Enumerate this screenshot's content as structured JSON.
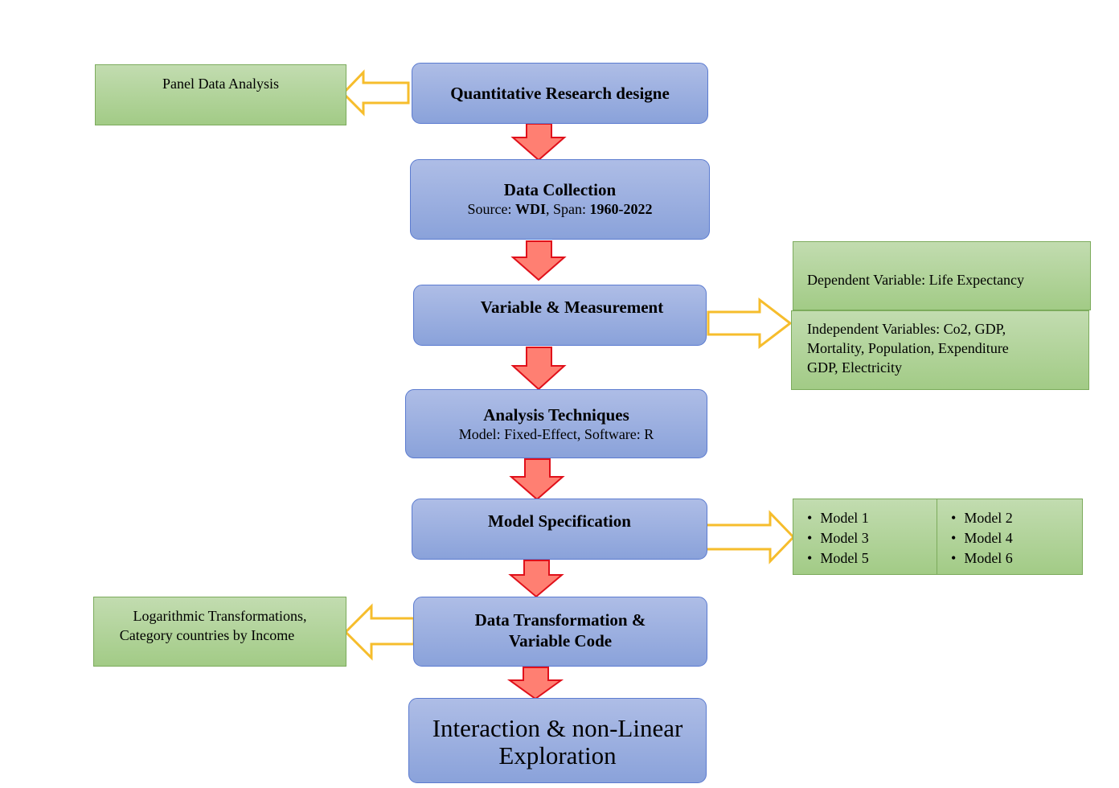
{
  "steps": {
    "research": {
      "title": "Quantitative Research designe"
    },
    "collection": {
      "title": "Data Collection",
      "source_label": "Source:",
      "source_value": "WDI",
      "span_label": ", Span:",
      "span_value": "1960-2022"
    },
    "variables": {
      "title": "Variable & Measurement"
    },
    "analysis": {
      "title": "Analysis Techniques",
      "detail": "Model: Fixed-Effect, Software: R"
    },
    "specification": {
      "title": "Model Specification"
    },
    "transformation": {
      "title_line1": "Data Transformation &",
      "title_line2": "Variable Code"
    },
    "exploration": {
      "title_line1": "Interaction & non-Linear",
      "title_line2": "Exploration"
    }
  },
  "side_notes": {
    "panel": "Panel Data Analysis",
    "dependent": "Dependent Variable: Life Expectancy",
    "independent_line1": "Independent Variables: Co2, GDP,",
    "independent_line2": "Mortality, Population, Expenditure",
    "independent_line3": "GDP, Electricity",
    "transform_line1": "Logarithmic Transformations,",
    "transform_line2": "Category countries by Income"
  },
  "models": {
    "left": [
      "Model 1",
      "Model 3",
      "Model 5"
    ],
    "right": [
      "Model 2",
      "Model 4",
      "Model 6"
    ]
  },
  "colors": {
    "step_fill_top": "#aebde6",
    "step_fill_bottom": "#8aa2da",
    "step_border": "#5b7bd0",
    "note_fill_top": "#c2dcb0",
    "note_fill_bottom": "#a2cb86",
    "down_arrow_fill": "#ff7f72",
    "down_arrow_stroke": "#e0101a",
    "side_arrow_stroke": "#f6bd2c"
  }
}
